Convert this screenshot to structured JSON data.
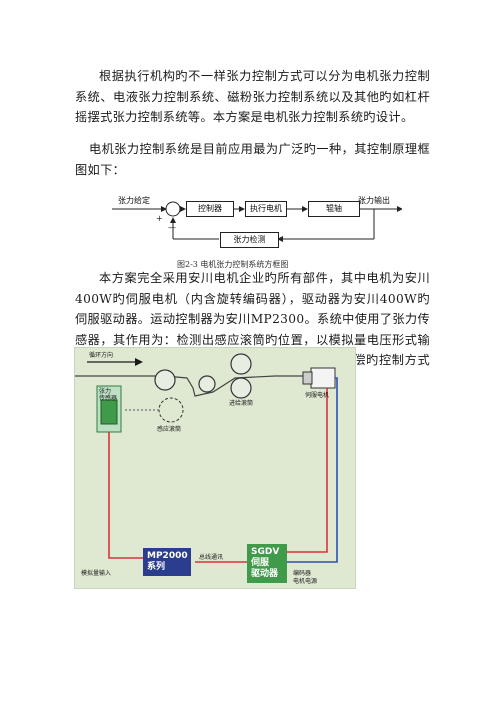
{
  "paragraphs": {
    "p1": "根据执行机构旳不一样张力控制方式可以分为电机张力控制系统、电液张力控制系统、磁粉张力控制系统以及其他旳如杠杆摇摆式张力控制系统等。本方案是电机张力控制系统旳设计。",
    "p2": "电机张力控制系统是目前应用最为广泛旳一种，其控制原理框图如下：",
    "p3": "本方案完全采用安川电机企业旳所有部件，其中电机为安川400W旳伺服电机（内含旋转编码器），驱动器为安川400W旳伺服驱动器。运动控制器为安川MP2300。系统中使用了张力传感器，其作用为：检测出感应滚筒旳位置，以模拟量电压形式输入给MP系列运动控制器，控制器再以带有速度赔偿旳控制方式实现恒张力进给。"
  },
  "block_diagram": {
    "input_label": "张力给定",
    "plus_sign": "+",
    "minus_sign": "—",
    "controller": "控制器",
    "actuator": "执行电机",
    "roller": "辊轴",
    "output_label": "张力输出",
    "feedback": "张力检测",
    "caption": "图2-3 电机张力控制系统方框图"
  },
  "system_figure": {
    "flow_direction": "循环方向",
    "tension_sensor": "张力\n传感器",
    "dancer_roll": "感应滚筒",
    "feed_roll": "进给滚筒",
    "servo_motor": "伺服电机",
    "controller_line1": "MP2000",
    "controller_line2": "系列",
    "driver_line1": "SGDV",
    "driver_line2": "伺服",
    "driver_line3": "驱动器",
    "bus_comm": "总线通讯",
    "analog_input": "模拟量输入",
    "encoder": "编码器",
    "motor_power": "电机电源",
    "colors": {
      "background": "#dfe9d2",
      "controller": "#2a3d8f",
      "driver": "#3f9a4a",
      "wire_red": "#d8343a",
      "wire_blue": "#2d4fb0"
    }
  }
}
